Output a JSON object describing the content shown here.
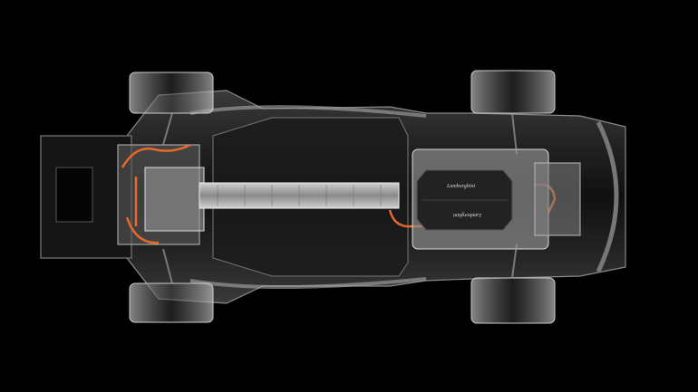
{
  "image": {
    "subject": "chassis-xray-top-view",
    "background_color": "#000000",
    "accent_color": "#e8682a",
    "frame_color": "#9a9a9a"
  },
  "engine_cover": {
    "logo_text_top": "Lamborghini",
    "logo_text_bottom": "Lamborghini"
  }
}
